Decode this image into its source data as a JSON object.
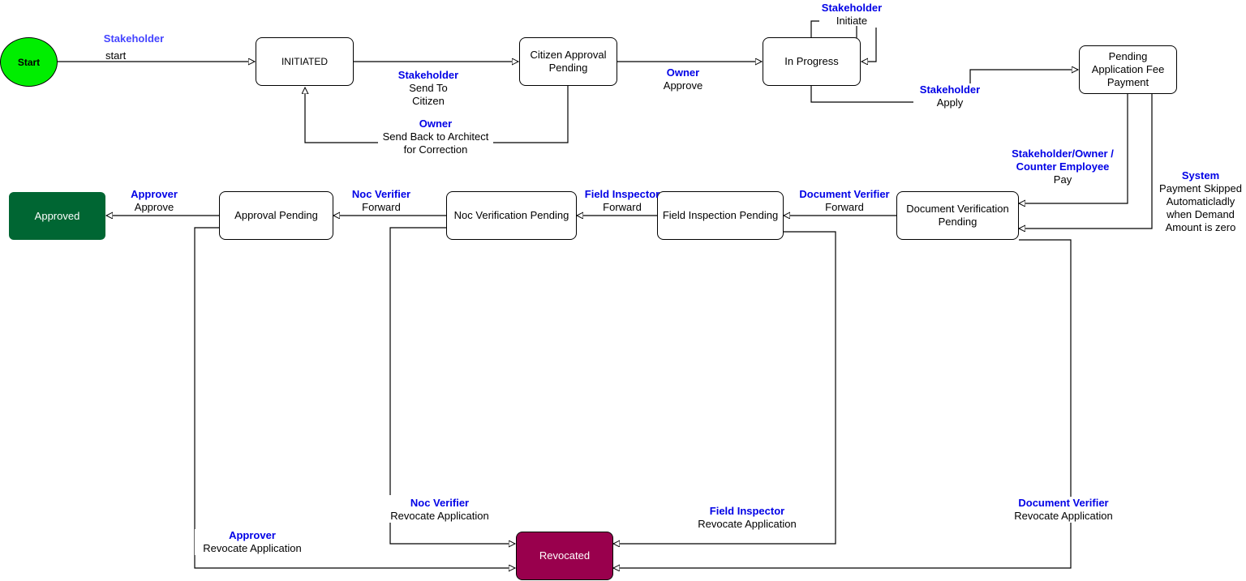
{
  "diagram": {
    "nodes": {
      "start": "Start",
      "initiated": "INITIATED",
      "citizen_approval_pending": "Citizen Approval Pending",
      "in_progress": "In Progress",
      "pending_fee": "Pending Application Fee Payment",
      "doc_verification": "Document Verification Pending",
      "field_inspection": "Field Inspection Pending",
      "noc_verification": "Noc Verification Pending",
      "approval_pending": "Approval Pending",
      "approved": "Approved",
      "revocated": "Revocated"
    },
    "transitions": {
      "start": {
        "role": "Stakeholder",
        "action": "start"
      },
      "send_to_citizen": {
        "role": "Stakeholder",
        "action": "Send To Citizen"
      },
      "send_back": {
        "role": "Owner",
        "action": "Send Back to Architect for Correction"
      },
      "owner_approve": {
        "role": "Owner",
        "action": "Approve"
      },
      "initiate": {
        "role": "Stakeholder",
        "action": "Initiate"
      },
      "apply": {
        "role": "Stakeholder",
        "action": "Apply"
      },
      "pay": {
        "role": "Stakeholder/Owner / Counter Employee",
        "action": "Pay"
      },
      "system_skip": {
        "role": "System",
        "action": "Payment Skipped Automaticladly when Demand Amount is zero"
      },
      "doc_forward": {
        "role": "Document Verifier",
        "action": "Forward"
      },
      "field_forward": {
        "role": "Field Inspector",
        "action": "Forward"
      },
      "noc_forward": {
        "role": "Noc Verifier",
        "action": "Forward"
      },
      "approver_approve": {
        "role": "Approver",
        "action": "Approve"
      },
      "noc_revoke": {
        "role": "Noc Verifier",
        "action": "Revocate Application"
      },
      "approver_revoke": {
        "role": "Approver",
        "action": "Revocate Application"
      },
      "field_revoke": {
        "role": "Field Inspector",
        "action": "Revocate Application"
      },
      "doc_revoke": {
        "role": "Document Verifier",
        "action": "Revocate Application"
      }
    }
  }
}
